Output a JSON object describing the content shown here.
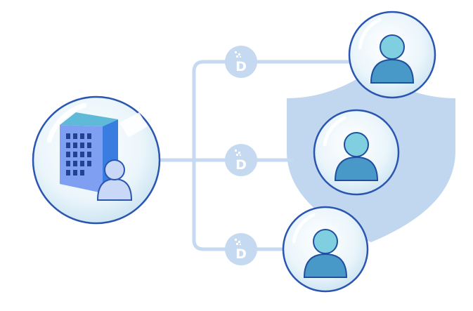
{
  "colors": {
    "background": "#ffffff",
    "connector": "#c5d9f1",
    "badge_fill": "#c5d9f1",
    "badge_letter": "#ffffff",
    "shield": "#c1d6ef",
    "bubble_fill": "#e6f3fa",
    "bubble_stroke": "#2a55b0",
    "person_head": "#7fcfe0",
    "person_body": "#4898c8",
    "person_outline": "#1f4f9e",
    "building_front": "#7f9ff2",
    "building_side": "#3a7de0",
    "building_roof": "#5fb9d9",
    "building_windows": "#23418e",
    "agent_person": "#c8d8f6"
  },
  "badges": [
    {
      "letter": "D",
      "icon": "dataspace-d-logo-icon"
    },
    {
      "letter": "D",
      "icon": "dataspace-d-logo-icon"
    },
    {
      "letter": "D",
      "icon": "dataspace-d-logo-icon"
    }
  ],
  "nodes": {
    "organization": {
      "icon": "office-building-icon",
      "secondary_icon": "person-icon"
    },
    "users": [
      {
        "icon": "person-icon"
      },
      {
        "icon": "person-icon"
      },
      {
        "icon": "person-icon"
      }
    ]
  },
  "shield": {
    "icon": "shield-icon"
  }
}
